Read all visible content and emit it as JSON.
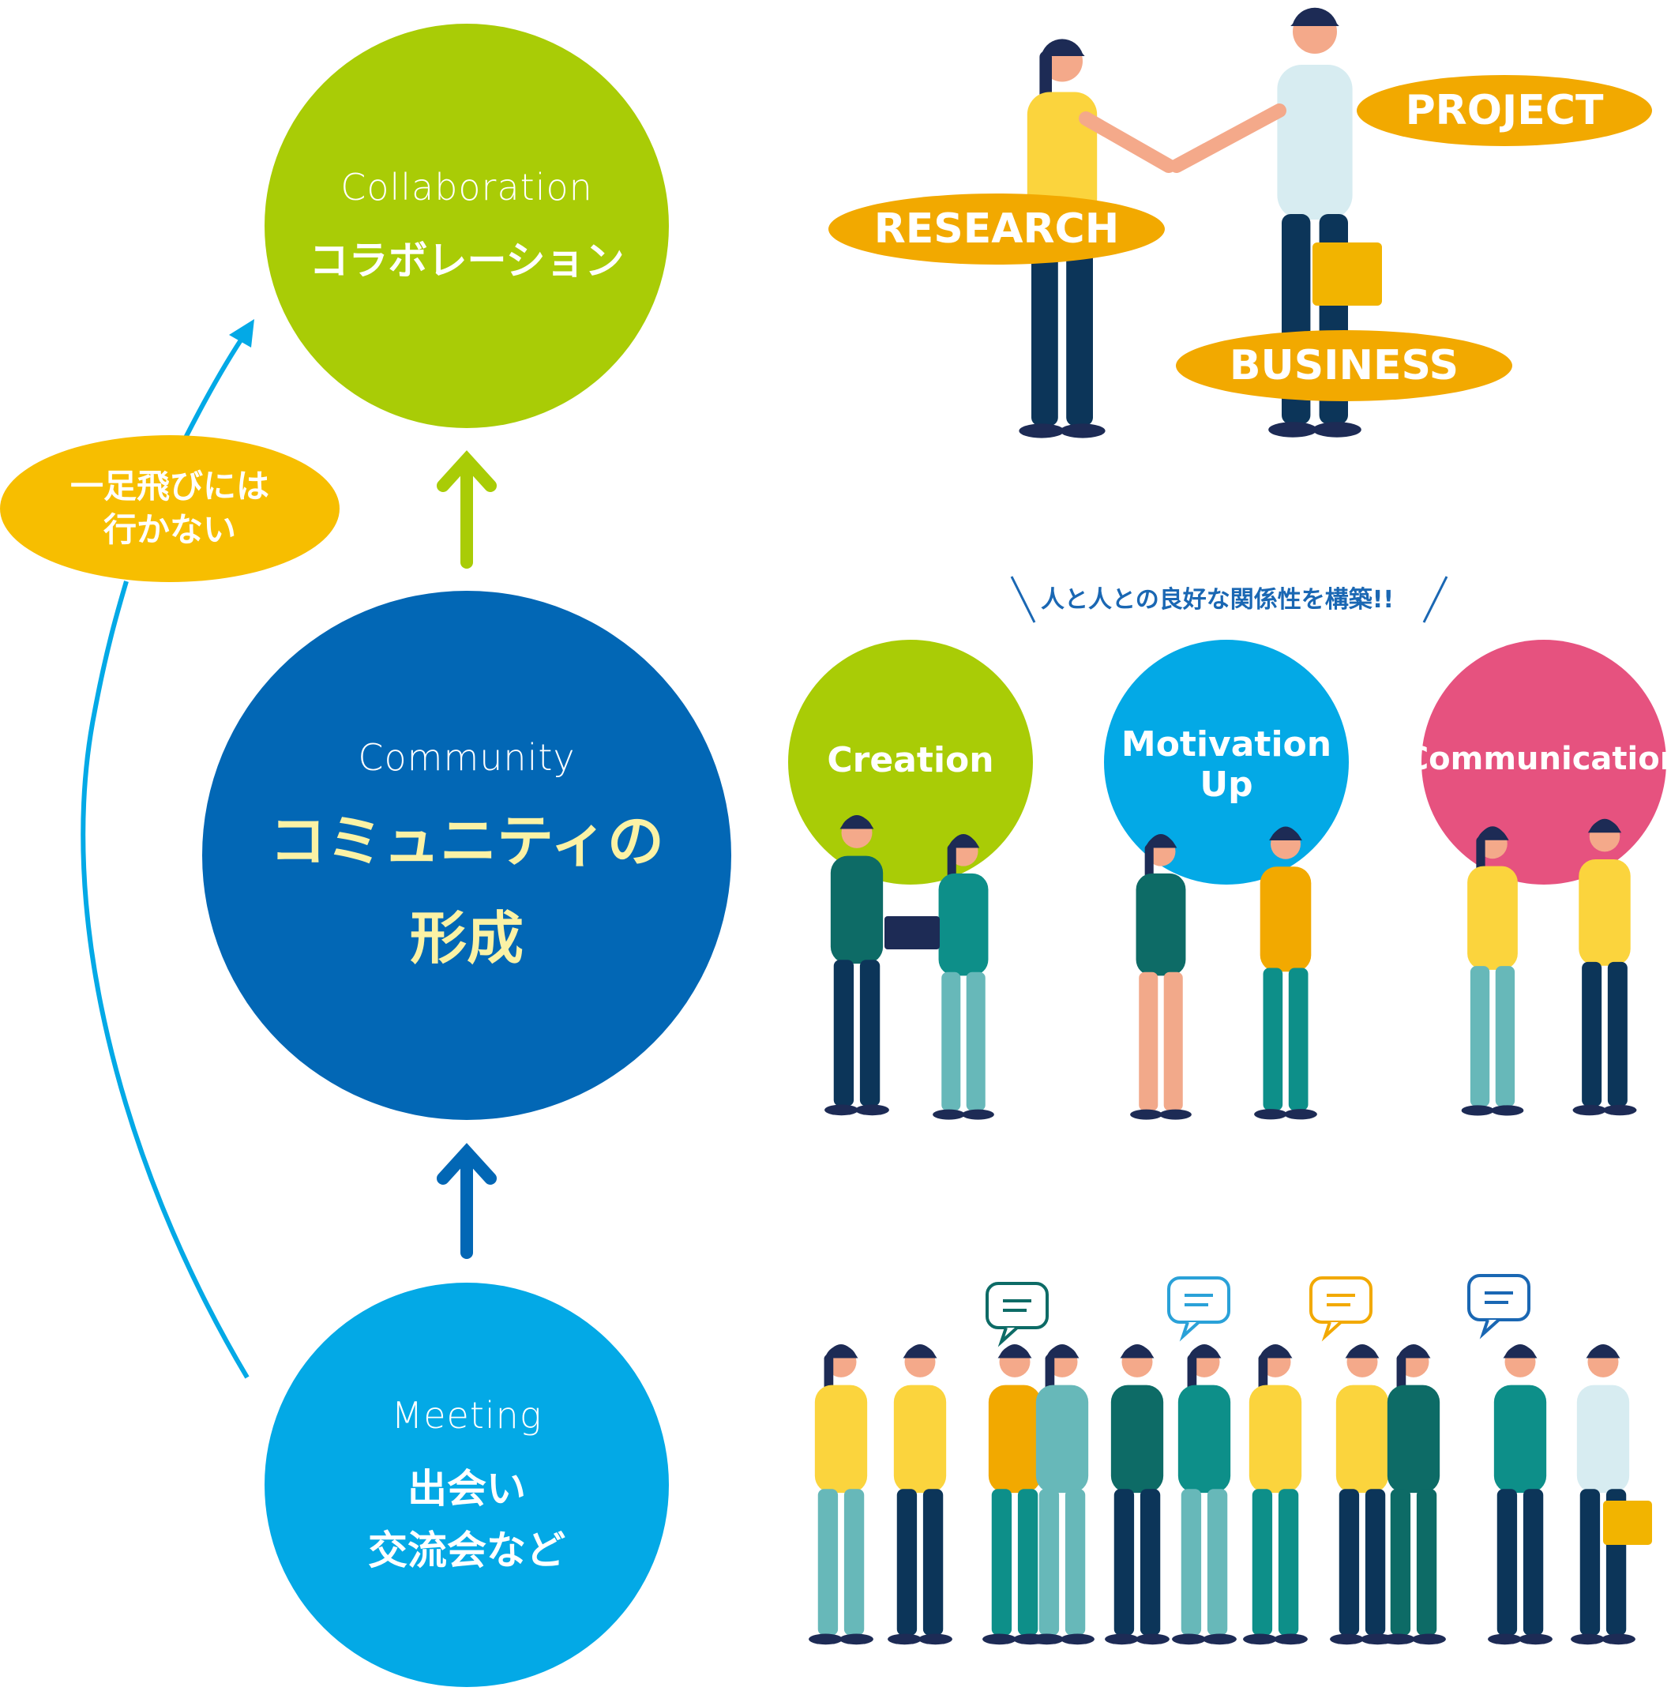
{
  "collaboration": {
    "en": "Collaboration",
    "jp": "コラボレーション"
  },
  "community": {
    "en": "Community",
    "jp_line1": "コミュニティの",
    "jp_line2": "形成"
  },
  "meeting": {
    "en": "Meeting",
    "jp_line1": "出会い",
    "jp_line2": "交流会など"
  },
  "skip_badge": {
    "line1": "一足飛びには",
    "line2": "行かない"
  },
  "top_labels": {
    "project": "PROJECT",
    "research": "RESEARCH",
    "business": "BUSINESS"
  },
  "relationship_caption": "人と人との良好な関係性を構築!!",
  "values": [
    {
      "line1": "Creation",
      "line2": ""
    },
    {
      "line1": "Motivation",
      "line2": "Up"
    },
    {
      "line1": "Communication",
      "line2": ""
    }
  ],
  "colors": {
    "green": "#a9cc06",
    "navy": "#0267b5",
    "sky": "#03a9e6",
    "orange": "#f2a900",
    "yellow": "#f7be00",
    "pink": "#e6527f",
    "cream": "#fbf2a5"
  }
}
